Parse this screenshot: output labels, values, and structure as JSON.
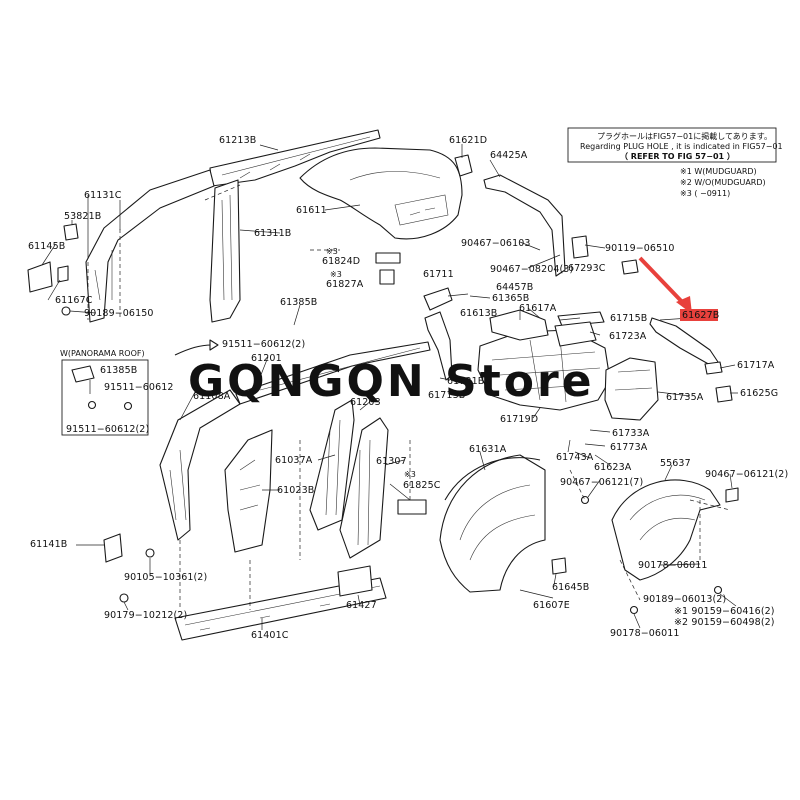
{
  "note": {
    "line1": "プラグホールはFIG57−01に掲載してあります。",
    "line2": "Regarding PLUG HOLE , it is indicated in FIG57−01",
    "line3": "（ REFER TO FIG 57−01 ）"
  },
  "legend": {
    "l1": "※1 W(MUDGUARD)",
    "l2": "※2 W/O(MUDGUARD)",
    "l3": "※3 (      −0911)"
  },
  "inset_title": "W(PANORAMA ROOF)",
  "watermark": "GQNGQN Store",
  "colors": {
    "highlight": "#e8413c",
    "arrow": "#e8413c",
    "line": "#1a1a1a"
  },
  "labels": {
    "p61213B": "61213B",
    "p61621D": "61621D",
    "p64425A": "64425A",
    "p61131C": "61131C",
    "p53821B": "53821B",
    "p61311B": "61311B",
    "p61611": "61611",
    "p61145B": "61145B",
    "p61167C": "61167C",
    "p90189_06150": "90189−06150",
    "p90467_06103": "90467−06103",
    "p90119_06510": "90119−06510",
    "p61824D_mark": "※3",
    "p61824D": "61824D",
    "p61827A_mark": "※3",
    "p61827A": "61827A",
    "p90467_08204": "90467−08204(3)",
    "p67293C": "67293C",
    "p61711": "61711",
    "p64457B": "64457B",
    "p61365B": "61365B",
    "p61385B": "61385B",
    "p61627B": "61627B",
    "p61613B": "61613B",
    "p61617A": "61617A",
    "p61715B": "61715B",
    "p91511_60612_a": "91511−60612(2)",
    "p61723A": "61723A",
    "p61201": "61201",
    "p61717A": "61717A",
    "p61108A": "61108A",
    "p61731B": "61731B",
    "p61713B": "61713B",
    "p61203": "61203",
    "p61735A": "61735A",
    "p61625G": "61625G",
    "p61719D": "61719D",
    "p61733A": "61733A",
    "p61631A": "61631A",
    "p61743A": "61743A",
    "p61773A": "61773A",
    "p61037A": "61037A",
    "p61307": "61307",
    "p61623A": "61623A",
    "p61023B": "61023B",
    "p61825C_mark": "※3",
    "p61825C": "61825C",
    "p55637": "55637",
    "p90467_06121_a": "90467−06121(7)",
    "p90467_06121_b": "90467−06121(2)",
    "p61141B": "61141B",
    "p90105_10361": "90105−10361(2)",
    "p61645B": "61645B",
    "p90178_06011_a": "90178−06011",
    "p61607E": "61607E",
    "p61427": "61427",
    "p90189_06013": "90189−06013(2)",
    "p90179_10212": "90179−10212(2)",
    "p61401C": "61401C",
    "p90159_60416": "※1 90159−60416(2)",
    "p90159_60498": "※2 90159−60498(2)",
    "p90178_06011_b": "90178−06011",
    "p61385B_inset": "61385B",
    "p91511_60612_inset": "91511−60612",
    "p91511_60612_inset2": "91511−60612(2)"
  }
}
